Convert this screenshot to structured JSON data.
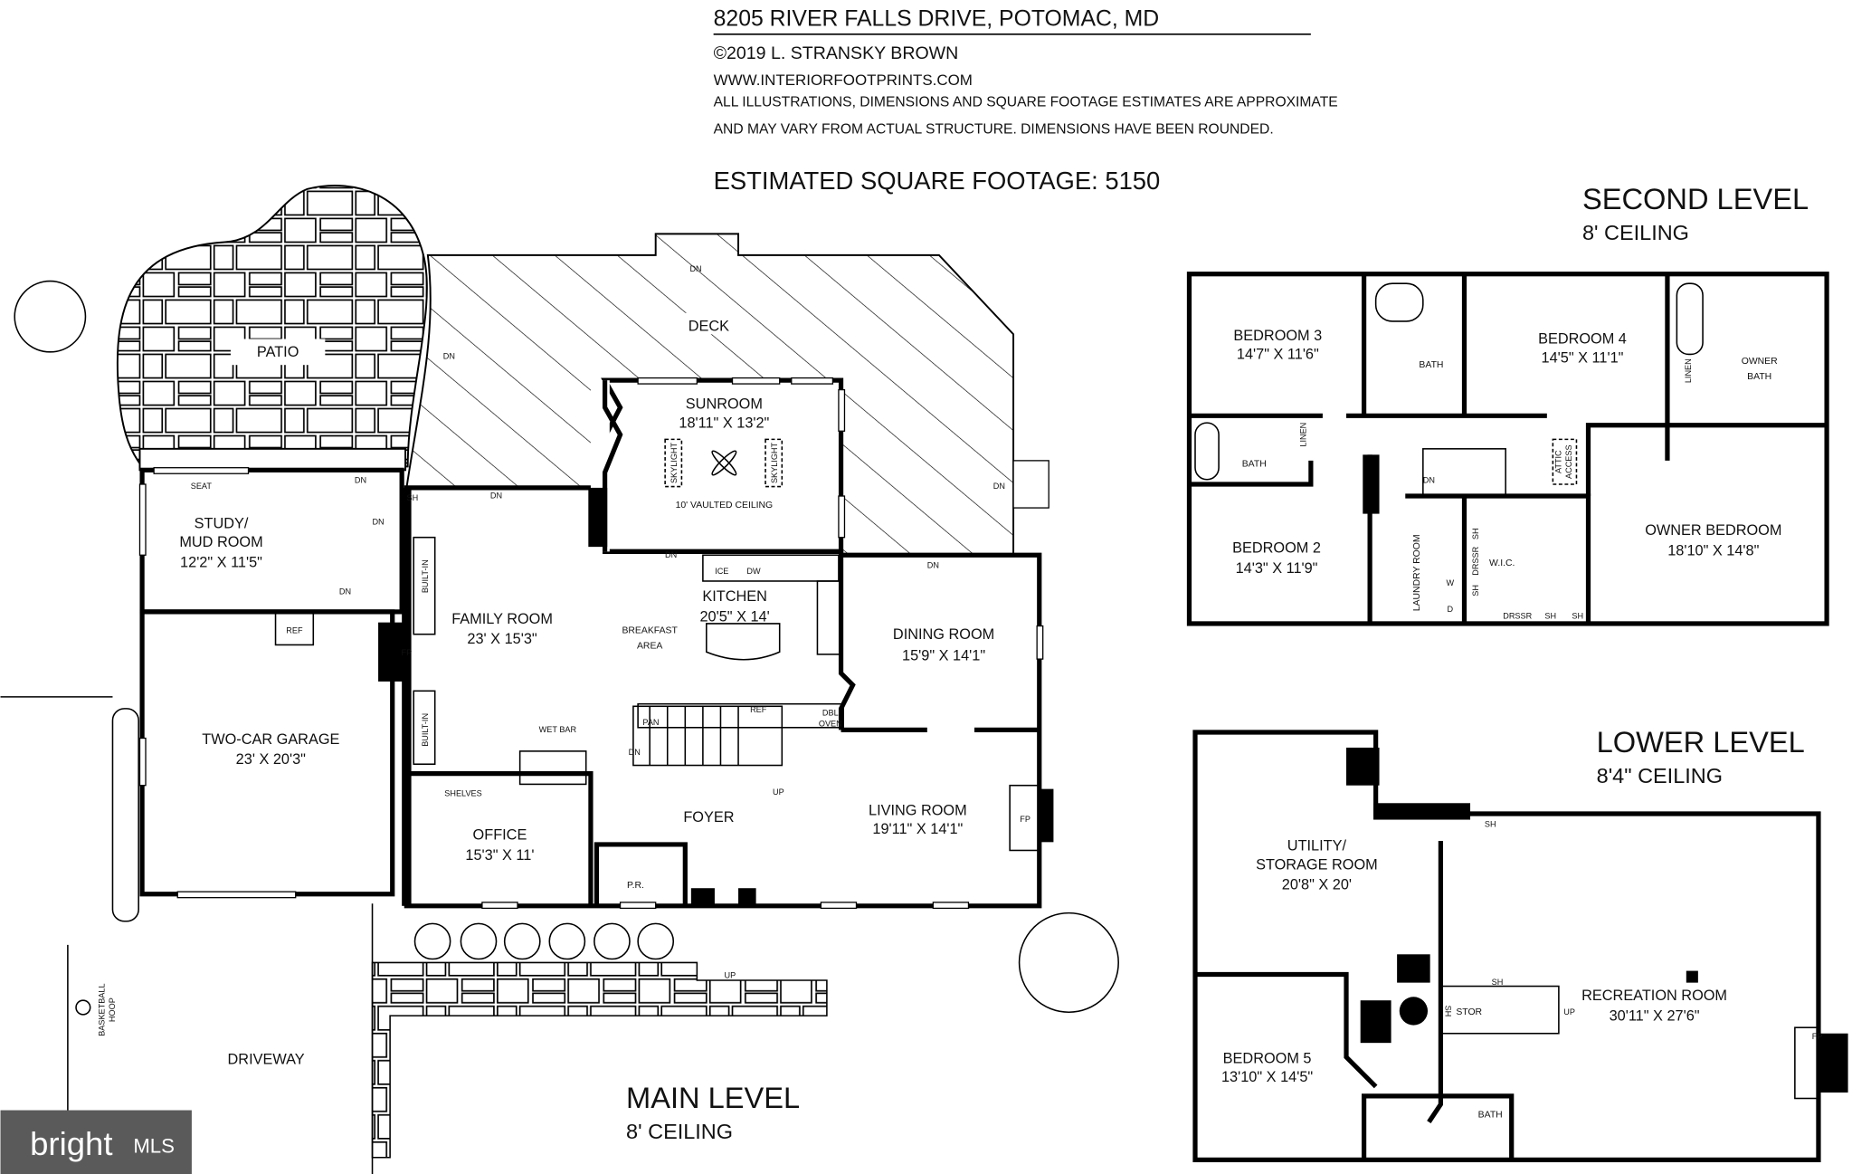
{
  "header": {
    "address": "8205 RIVER FALLS DRIVE, POTOMAC, MD",
    "copyright": "©2019 L. STRANSKY BROWN",
    "website": "WWW.INTERIORFOOTPRINTS.COM",
    "disclaimer_line1": "ALL ILLUSTRATIONS, DIMENSIONS AND SQUARE FOOTAGE ESTIMATES ARE APPROXIMATE",
    "disclaimer_line2": "AND MAY VARY FROM ACTUAL STRUCTURE. DIMENSIONS HAVE BEEN ROUNDED.",
    "square_footage": "ESTIMATED SQUARE FOOTAGE: 5150"
  },
  "main_level": {
    "title": "MAIN LEVEL",
    "ceiling": "8' CEILING",
    "patio": "PATIO",
    "deck": "DECK",
    "sunroom": {
      "name": "SUNROOM",
      "dims": "18'11\" X 13'2\""
    },
    "skylight": "SKYLIGHT",
    "vaulted": "10' VAULTED CEILING",
    "study": {
      "name1": "STUDY/",
      "name2": "MUD ROOM",
      "dims": "12'2\" X 11'5\""
    },
    "seat": "SEAT",
    "family_room": {
      "name": "FAMILY ROOM",
      "dims": "23' X 15'3\""
    },
    "breakfast1": "BREAKFAST",
    "breakfast2": "AREA",
    "kitchen": {
      "name": "KITCHEN",
      "dims": "20'5\" X 14'"
    },
    "dining_room": {
      "name": "DINING ROOM",
      "dims": "15'9\" X 14'1\""
    },
    "garage": {
      "name": "TWO-CAR GARAGE",
      "dims": "23' X 20'3\""
    },
    "office": {
      "name": "OFFICE",
      "dims": "15'3\" X 11'"
    },
    "foyer": "FOYER",
    "living_room": {
      "name": "LIVING ROOM",
      "dims": "19'11\" X 14'1\""
    },
    "powder_room": "P.R.",
    "wet_bar": "WET BAR",
    "shelves": "SHELVES",
    "built_in": "BUILT-IN",
    "fireplace": "FP",
    "ref": "REF",
    "pantry": "PAN",
    "dbl": "DBL",
    "oven": "OVEN",
    "ice": "ICE",
    "dw": "DW",
    "sh": "SH",
    "dn": "DN",
    "up": "UP",
    "driveway": "DRIVEWAY",
    "basketball1": "BASKETBALL",
    "basketball2": "HOOP"
  },
  "second_level": {
    "title": "SECOND LEVEL",
    "ceiling": "8' CEILING",
    "bedroom3": {
      "name": "BEDROOM 3",
      "dims": "14'7\" X 11'6\""
    },
    "bedroom4": {
      "name": "BEDROOM 4",
      "dims": "14'5\" X 11'1\""
    },
    "bedroom2": {
      "name": "BEDROOM 2",
      "dims": "14'3\" X 11'9\""
    },
    "owner_bedroom": {
      "name": "OWNER BEDROOM",
      "dims": "18'10\" X 14'8\""
    },
    "bath": "BATH",
    "owner_bath1": "OWNER",
    "owner_bath2": "BATH",
    "linen": "LINEN",
    "attic1": "ATTIC",
    "attic2": "ACCESS",
    "dn": "DN",
    "laundry": "LAUNDRY ROOM",
    "wic": "W.I.C.",
    "sh": "SH",
    "drssr": "DRSSR",
    "w": "W",
    "d": "D"
  },
  "lower_level": {
    "title": "LOWER LEVEL",
    "ceiling": "8'4\" CEILING",
    "utility1": "UTILITY/",
    "utility2": "STORAGE ROOM",
    "utility_dims": "20'8\" X 20'",
    "recreation": {
      "name": "RECREATION ROOM",
      "dims": "30'11\" X 27'6\""
    },
    "bedroom5": {
      "name": "BEDROOM 5",
      "dims": "13'10\" X 14'5\""
    },
    "bath": "BATH",
    "stor": "STOR",
    "sh": "SH",
    "up": "UP",
    "fireplace": "FP"
  },
  "logo": {
    "text1": "bright",
    "text2": "MLS",
    "color": "#5a5a5a"
  }
}
